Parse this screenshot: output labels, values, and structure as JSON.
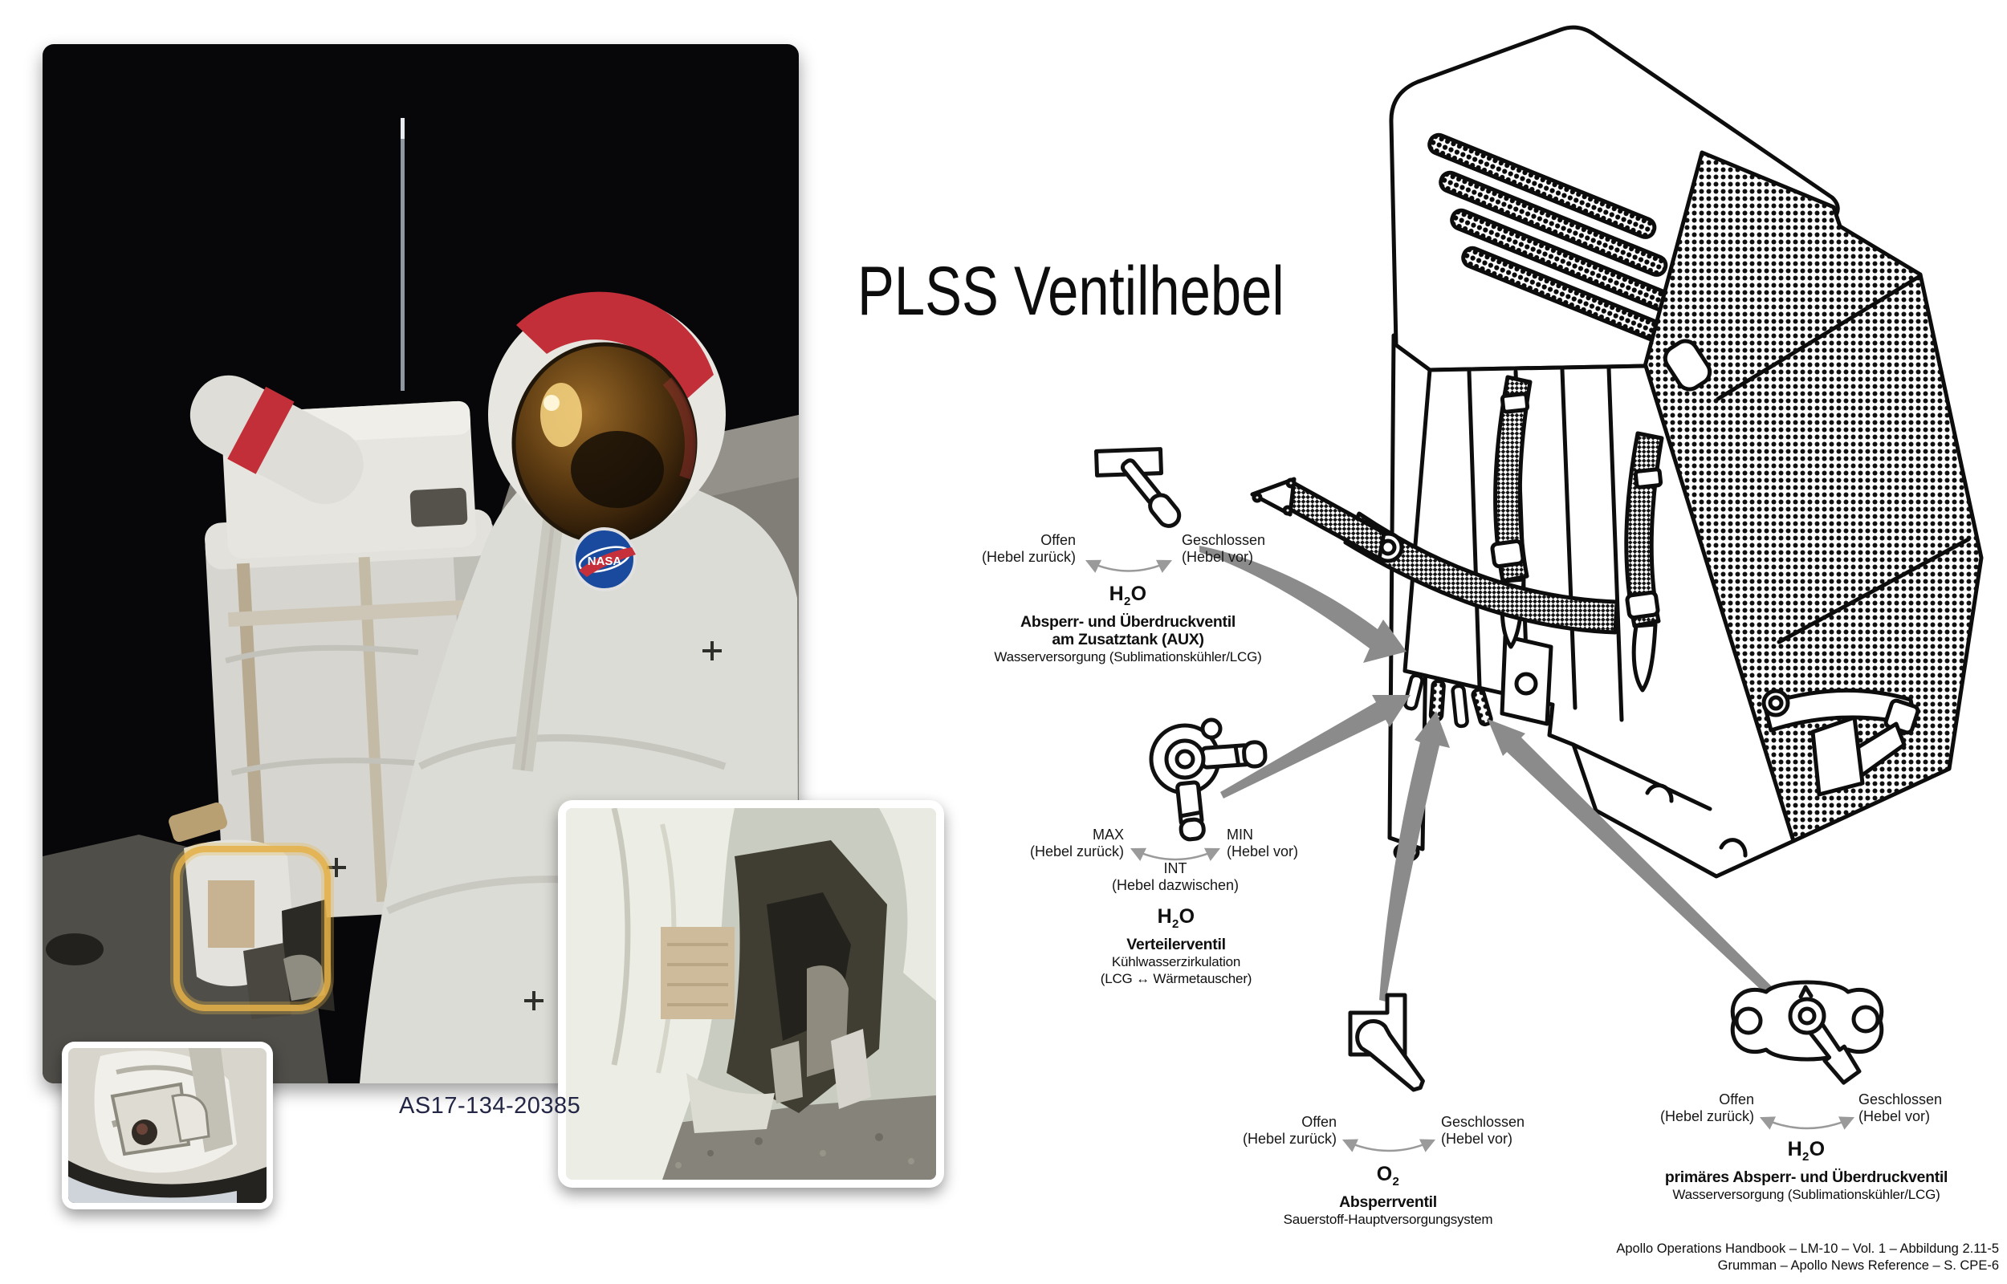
{
  "title": "PLSS Ventilhebel",
  "photo": {
    "caption": "AS17-134-20385",
    "patch_text": "NASA"
  },
  "colors": {
    "accent_highlight": "#e8b84d",
    "arrow_grey": "#8b8b8b",
    "nasa_blue": "#1a4a9e",
    "suit_red": "#c22f38",
    "visor_gold": "#8a5a20"
  },
  "callouts": [
    {
      "formula": {
        "pre": "H",
        "sub": "2",
        "post": "O"
      },
      "left": [
        "Offen",
        "(Hebel zurück)"
      ],
      "right": [
        "Geschlossen",
        "(Hebel vor)"
      ],
      "name": [
        "Absperr- und Überdruckventil",
        "am Zusatztank (AUX)"
      ],
      "desc": [
        "Wasserversorgung (Sublimationskühler/LCG)"
      ]
    },
    {
      "formula": {
        "pre": "H",
        "sub": "2",
        "post": "O"
      },
      "left": [
        "MAX",
        "(Hebel zurück)"
      ],
      "right": [
        "MIN",
        "(Hebel vor)"
      ],
      "mid": [
        "INT",
        "(Hebel dazwischen)"
      ],
      "name": [
        "Verteilerventil"
      ],
      "desc": [
        "Kühlwasserzirkulation",
        "(LCG ↔ Wärmetauscher)"
      ]
    },
    {
      "formula": {
        "pre": "O",
        "sub": "2",
        "post": ""
      },
      "left": [
        "Offen",
        "(Hebel zurück)"
      ],
      "right": [
        "Geschlossen",
        "(Hebel vor)"
      ],
      "name": [
        "Absperrventil"
      ],
      "desc": [
        "Sauerstoff-Hauptversorgungsystem"
      ]
    },
    {
      "formula": {
        "pre": "H",
        "sub": "2",
        "post": "O"
      },
      "left": [
        "Offen",
        "(Hebel zurück)"
      ],
      "right": [
        "Geschlossen",
        "(Hebel vor)"
      ],
      "name": [
        "primäres Absperr- und Überdruckventil"
      ],
      "desc": [
        "Wasserversorgung (Sublimationskühler/LCG)"
      ]
    }
  ],
  "citation": [
    "Apollo Operations Handbook – LM-10 – Vol. 1 – Abbildung 2.11-5",
    "Grumman – Apollo News Reference – S. CPE-6"
  ]
}
